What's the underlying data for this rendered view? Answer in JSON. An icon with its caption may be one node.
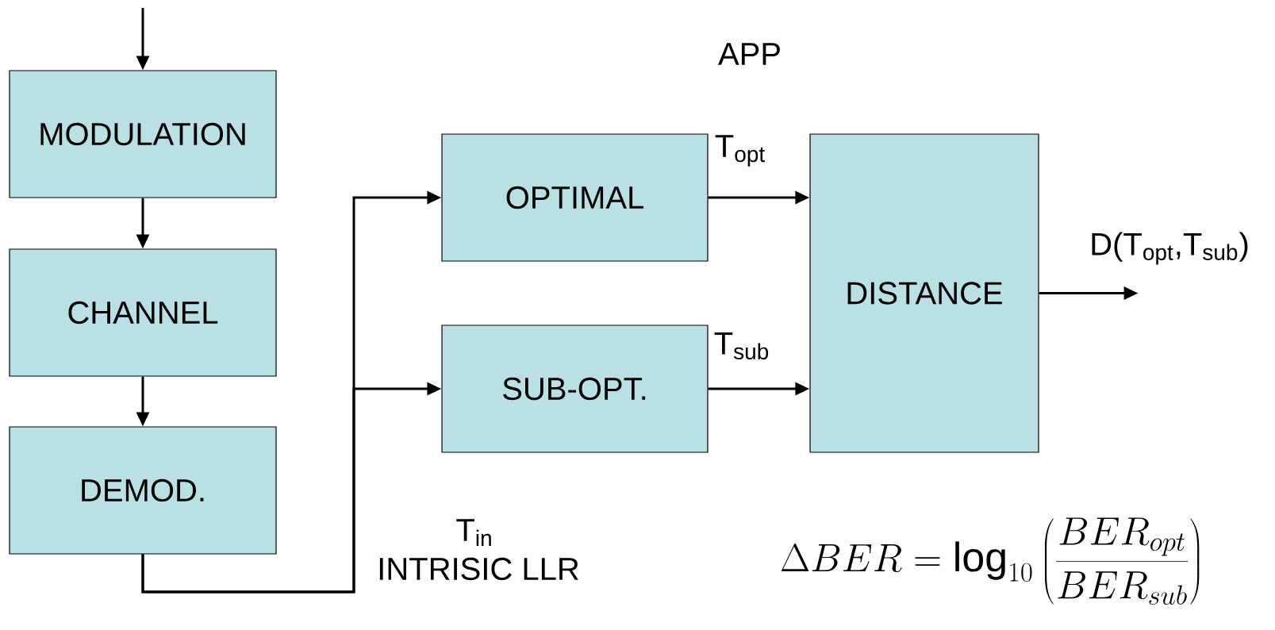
{
  "diagram": {
    "nodes": [
      {
        "text": [
          "MODULATION"
        ]
      },
      {
        "text": [
          "CHANNEL"
        ]
      },
      {
        "text": [
          "DEMOD."
        ]
      },
      {
        "text": [
          "OPTIMAL"
        ]
      },
      {
        "text": [
          "SUB-OPT."
        ]
      },
      {
        "text": [
          "DISTANCE"
        ]
      }
    ],
    "edges": [
      {
        "from": null,
        "to": 0,
        "arrow": "to"
      },
      {
        "from": 0,
        "to": 1,
        "arrow": "to"
      },
      {
        "from": 1,
        "to": 2,
        "arrow": "to"
      },
      {
        "from": 2,
        "to": 3,
        "arrow": "to"
      },
      {
        "from": 2,
        "to": 4,
        "arrow": "to"
      },
      {
        "from": 3,
        "to": 5,
        "arrow": "to",
        "label": "T$_{opt}$"
      },
      {
        "from": 4,
        "to": 5,
        "arrow": "to",
        "label": "T$_{sub}$"
      },
      {
        "from": 5,
        "to": null,
        "arrow": "to",
        "label": "D(T$_{opt}$,T$_{sub}$)"
      }
    ],
    "labels": [
      "APP",
      "T$_{in}$",
      "INTRISIC LLR",
      "\\Delta BER=\\log_{10}\\left(\\frac{BER_{opt}}{BER_{sub}}\\right)"
    ]
  }
}
